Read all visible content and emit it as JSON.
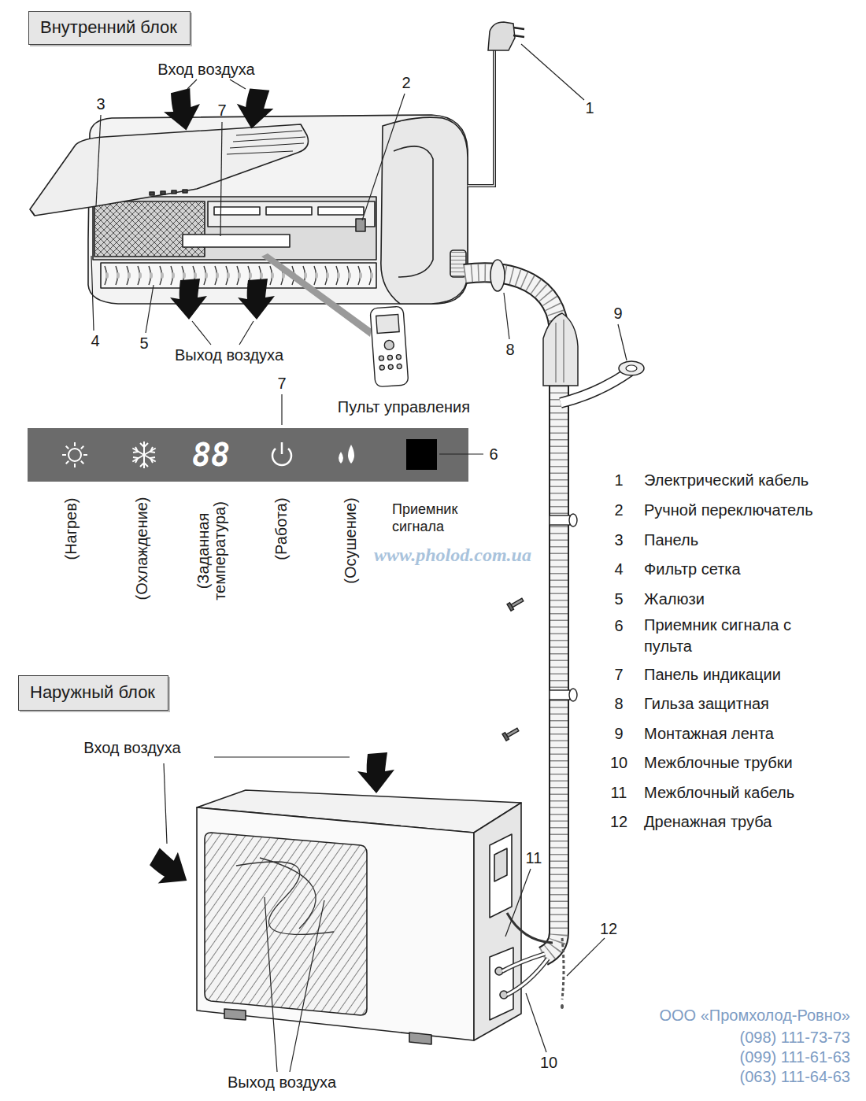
{
  "diagram": {
    "nodes": [
      {
        "text": [
          "Внутренний блок"
        ]
      },
      {
        "text": [
          "88"
        ]
      },
      {
        "text": [
          "Наружный блок"
        ]
      }
    ],
    "labels": [
      "Вход воздуха",
      "3",
      "7",
      "2",
      "1",
      "4",
      "5",
      "Выход воздуха",
      "8",
      "9",
      "Пульт управления",
      "7",
      "6",
      "(Нагрев)",
      "(Охлаждение)",
      "(Заданная температура)",
      "(Работа)",
      "(Осушение)",
      "Приемник сигнала",
      "www.pholod.com.ua",
      "1",
      "Электрический кабель",
      "2",
      "Ручной переключатель",
      "3",
      "Панель",
      "4",
      "Фильтр сетка",
      "5",
      "Жалюзи",
      "6",
      "Приемник сигнала с пульта",
      "7",
      "Панель индикации",
      "8",
      "Гильза защитная",
      "9",
      "Монтажная лента",
      "10",
      "Межблочные трубки",
      "11",
      "Межблочный кабель",
      "12",
      "Дренажная труба",
      "Вход воздуха",
      "11",
      "12",
      "10",
      "Выход воздуха",
      "ООО «Промхолод-Ровно»",
      "(098) 111-73-73",
      "(099) 111-61-63",
      "(063) 111-64-63"
    ]
  }
}
